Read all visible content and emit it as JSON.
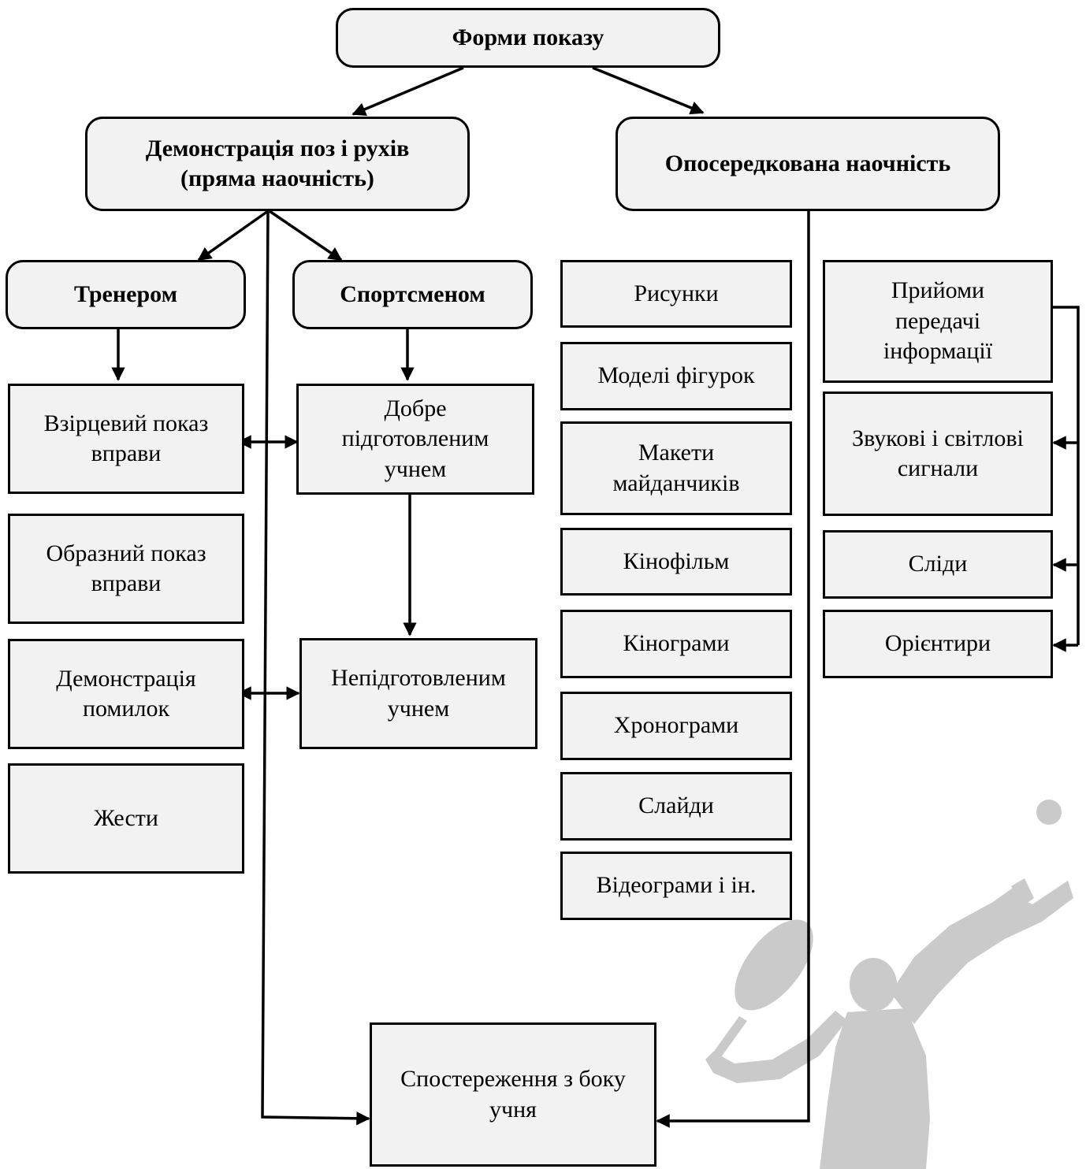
{
  "diagram": {
    "root": "Форми показу",
    "direct": "Демонстрація поз і рухів\n(пряма наочність)",
    "mediated": "Опосередкована наочність",
    "coach": "Тренером",
    "athlete": "Спортсменом",
    "coach_items": [
      "Взірцевий показ\nвправи",
      "Образний показ\nвправи",
      "Демонстрація\nпомилок",
      "Жести"
    ],
    "athlete_items": [
      "Добре\nпідготовленим\nучнем",
      "Непідготовленим\nучнем"
    ],
    "media_items": [
      "Рисунки",
      "Моделі фігурок",
      "Макети\nмайданчиків",
      "Кінофільм",
      "Кінограми",
      "Хронограми",
      "Слайди",
      "Відеограми і ін."
    ],
    "info_items": [
      "Прийоми\nпередачі\nінформації",
      "Звукові і світлові\nсигнали",
      "Сліди",
      "Орієнтири"
    ],
    "observation": "Спостереження з боку\nучня"
  },
  "decoration": {
    "silhouette": "tennis-player-silhouette",
    "silhouette_color": "#c8c8c8"
  }
}
